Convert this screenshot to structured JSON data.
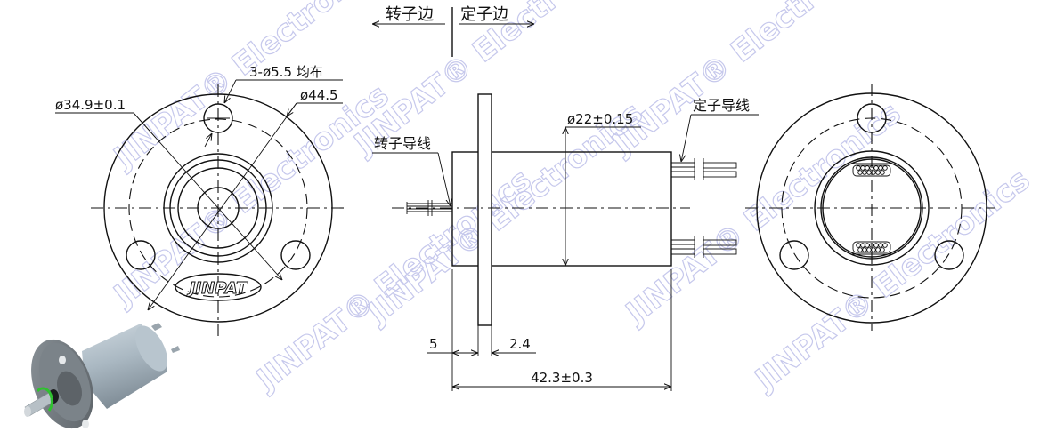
{
  "title": "JINPAT slip ring outline drawing",
  "watermark": {
    "text": "JINPAT® Electronics",
    "color": "#c6c8ec"
  },
  "header": {
    "rotor_side": "转子边",
    "stator_side": "定子边"
  },
  "front_view": {
    "hole_spec": "3-ø5.5  均布",
    "bolt_circle": "ø34.9±0.1",
    "outer_diameter": "ø44.5",
    "logo": "JINPAT"
  },
  "side_view": {
    "rotor_wire_label": "转子导线",
    "stator_wire_label": "定子导线",
    "body_diameter": "ø22±0.15",
    "dim_rotor_offset": "5",
    "dim_flange_thickness": "2.4",
    "dim_total_length": "42.3±0.3"
  },
  "rear_view": {
    "description": "stator end view with two wire bundles"
  },
  "render_3d": {
    "description": "isometric render of flange slip ring",
    "body_color": "#a9b6c0",
    "flange_color": "#6f767c",
    "rotation_arrow_color": "#2fc12f"
  }
}
